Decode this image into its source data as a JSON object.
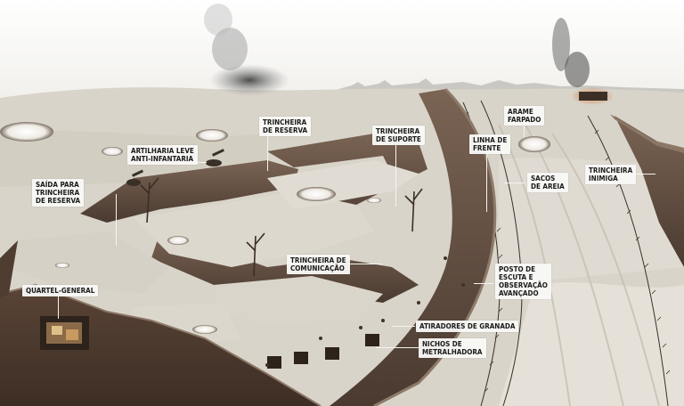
{
  "labels": {
    "reserve_trench": "TRINCHEIRA\nDE RESERVA",
    "support_trench": "TRINCHEIRA\nDE SUPORTE",
    "front_line": "LINHA DE\nFRENTE",
    "barbed_wire": "ARAME\nFARPADO",
    "sandbags": "SACOS\nDE AREIA",
    "enemy_trench": "TRINCHEIRA\nINIMIGA",
    "light_artillery": "ARTILHARIA LEVE\nANTI-INFANTARIA",
    "reserve_exit": "SAÍDA PARA\nTRINCHEIRA\nDE RESERVA",
    "headquarters": "QUARTEL-GENERAL",
    "communication_trench": "TRINCHEIRA DE\nCOMUNICAÇÃO",
    "listening_post": "POSTO DE\nESCUTA E\nOBSERVAÇÃO\nAVANÇADO",
    "grenade_throwers": "ATIRADORES DE GRANADA",
    "machine_gun_nests": "NICHOS DE\nMETRALHADORA"
  },
  "colors": {
    "ground": "#d9d4ca",
    "trench_wall": "#6b5445",
    "trench_dark": "#4a3a30",
    "smoke": "#555555",
    "fire": "#e8a040"
  }
}
